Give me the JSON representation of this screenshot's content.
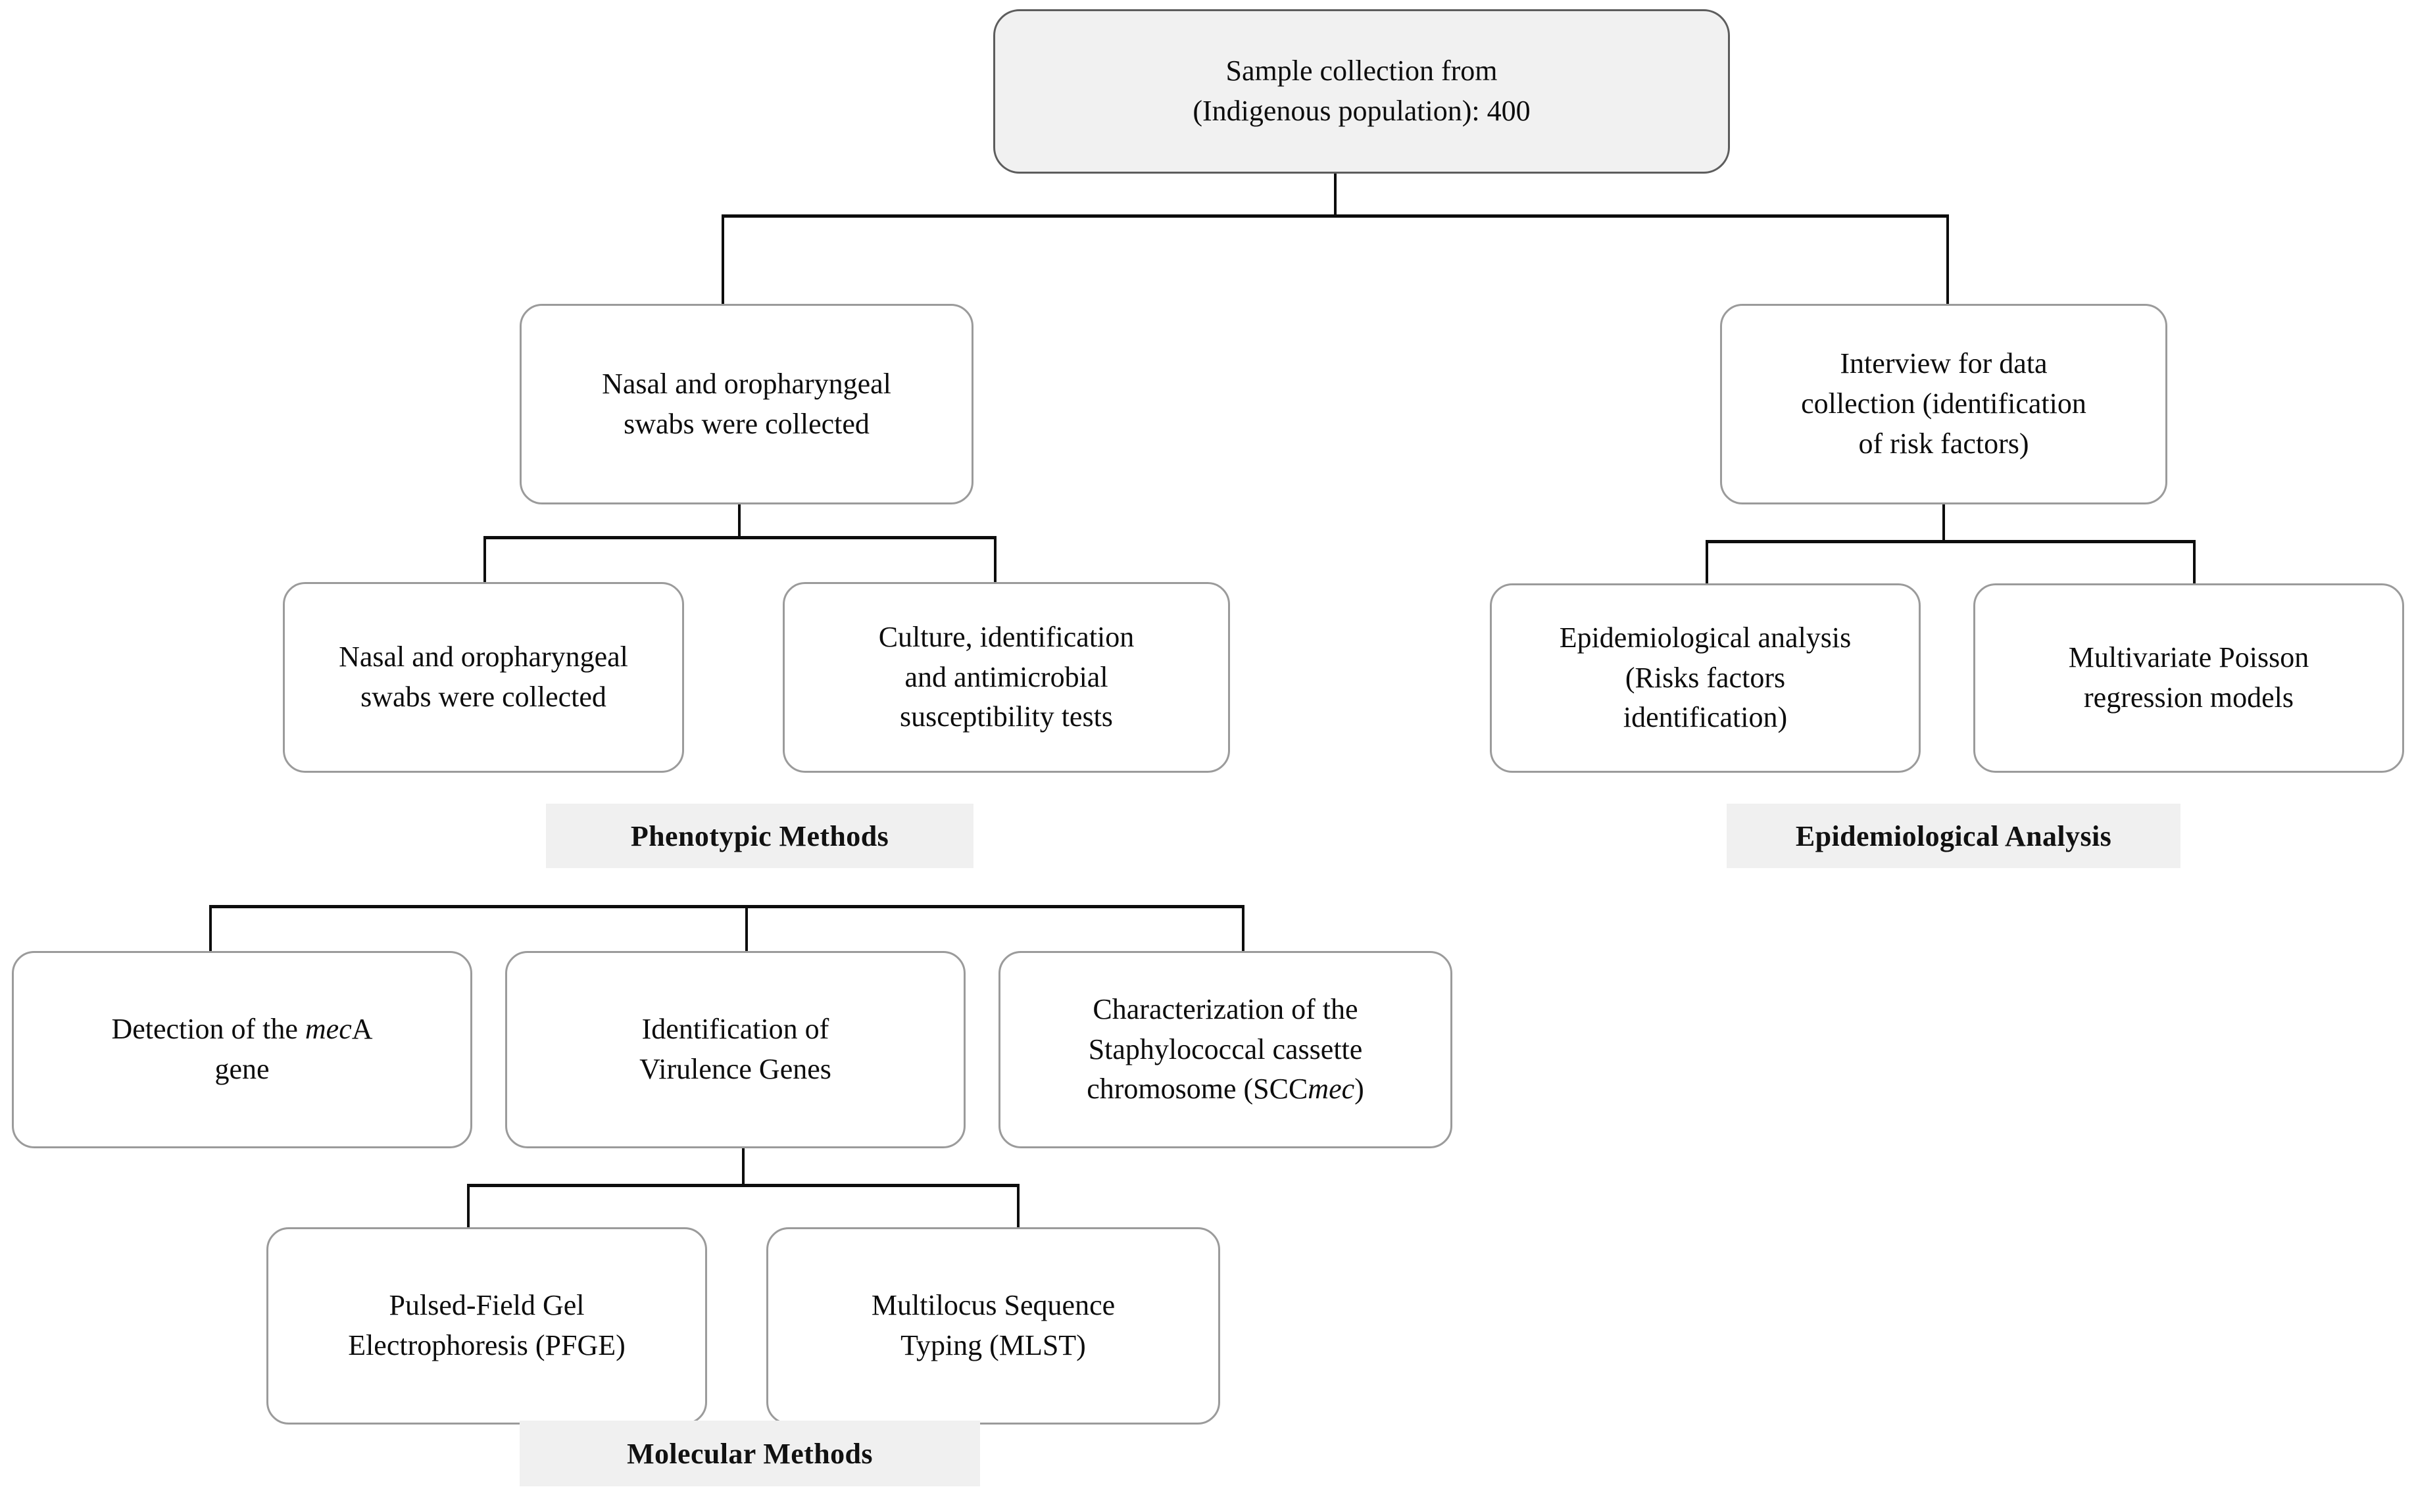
{
  "diagram": {
    "title": "Study design flowchart",
    "colors": {
      "root_fill": "#f1f1f1",
      "node_fill": "#ffffff",
      "node_border": "#9b9b9b",
      "root_border": "#5d5d5d",
      "connector": "#0d0d0d",
      "caption_band": "#f0f0f0",
      "text": "#0d0d0d"
    },
    "nodes": {
      "root": {
        "line1": "Sample collection  from",
        "line2": "(Indigenous  population): 400",
        "count": "400"
      },
      "swabs_parent": {
        "line1": "Nasal and oropharyngeal",
        "line2": "swabs were collected"
      },
      "swabs_child": {
        "line1": "Nasal and oropharyngeal",
        "line2": "swabs were collected"
      },
      "culture": {
        "line1": "Culture, identification",
        "line2": "and antimicrobial",
        "line3": "susceptibility tests"
      },
      "interview": {
        "line1": "Interview for data",
        "line2": "collection (identification",
        "line3": "of risk factors)"
      },
      "epi_analysis": {
        "line1": "Epidemiological analysis",
        "line2": "(Risks factors",
        "line3": "identification)"
      },
      "poisson": {
        "line1": "Multivariate Poisson",
        "line2": "regression models"
      },
      "meca": {
        "pre": "Detection of the ",
        "italic": "mec",
        "post": "A",
        "line2": "gene"
      },
      "virulence": {
        "line1": "Identification of",
        "line2": "Virulence Genes"
      },
      "sccmec": {
        "line1": "Characterization of the",
        "line2": "Staphylococcal cassette",
        "line3_pre": "chromosome (SCC",
        "line3_italic": "mec",
        "line3_post": ")"
      },
      "pfge": {
        "line1": "Pulsed-Field Gel",
        "line2": "Electrophoresis (PFGE)"
      },
      "mlst": {
        "line1": "Multilocus Sequence",
        "line2": "Typing (MLST)"
      }
    },
    "captions": {
      "phenotypic": "Phenotypic Methods",
      "epidemiological": "Epidemiological Analysis",
      "molecular": "Molecular  Methods"
    }
  }
}
